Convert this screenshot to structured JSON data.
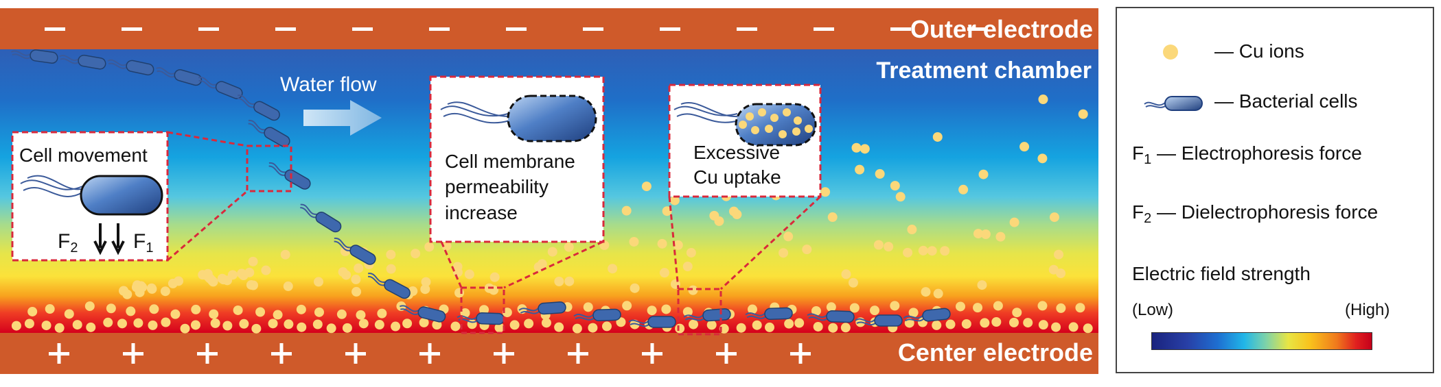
{
  "outer_electrode": {
    "label": "Outer electrode",
    "sign": "—",
    "sign_count": 13,
    "color": "#cf5a2a"
  },
  "center_electrode": {
    "label": "Center electrode",
    "sign": "+",
    "sign_count": 11,
    "color": "#cf5a2a"
  },
  "chamber": {
    "label": "Treatment chamber"
  },
  "water_flow": {
    "label": "Water flow"
  },
  "callouts": {
    "movement": {
      "title": "Cell movement",
      "f2": "F",
      "f2_sub": "2",
      "f1": "F",
      "f1_sub": "1"
    },
    "membrane": {
      "line1": "Cell membrane",
      "line2": "permeability",
      "line3": "increase"
    },
    "uptake": {
      "line1": "Excessive",
      "line2": "Cu uptake"
    }
  },
  "legend": {
    "cu_ions": "— Cu ions",
    "bacteria": "— Bacterial cells",
    "f1_symbol": "F",
    "f1_sub": "1",
    "f1_text": " — Electrophoresis force",
    "f2_symbol": "F",
    "f2_sub": "2",
    "f2_text": " — Dielectrophoresis force",
    "field_title": "Electric field strength",
    "low": "(Low)",
    "high": "(High)"
  },
  "colors": {
    "ion": "#fbd87a",
    "callout_border": "#d9293b",
    "cell_dark": "#2b4f92",
    "cell_light": "#8fb6e6"
  }
}
